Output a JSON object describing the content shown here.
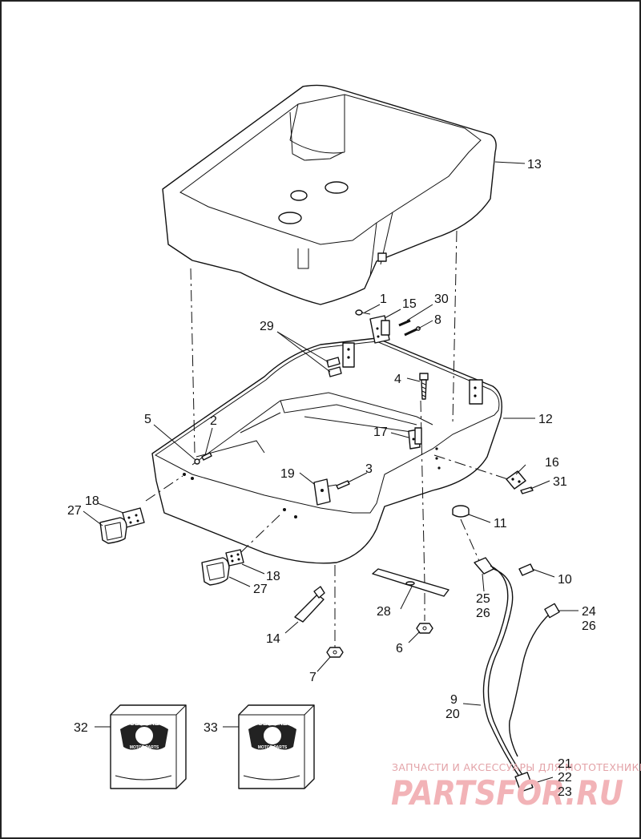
{
  "callouts": [
    {
      "id": "c13",
      "text": "13"
    },
    {
      "id": "c1",
      "text": "1"
    },
    {
      "id": "c15",
      "text": "15"
    },
    {
      "id": "c30",
      "text": "30"
    },
    {
      "id": "c8",
      "text": "8"
    },
    {
      "id": "c29",
      "text": "29"
    },
    {
      "id": "c4",
      "text": "4"
    },
    {
      "id": "c12",
      "text": "12"
    },
    {
      "id": "c5",
      "text": "5"
    },
    {
      "id": "c2",
      "text": "2"
    },
    {
      "id": "c17",
      "text": "17"
    },
    {
      "id": "c19",
      "text": "19"
    },
    {
      "id": "c3",
      "text": "3"
    },
    {
      "id": "c16",
      "text": "16"
    },
    {
      "id": "c31",
      "text": "31"
    },
    {
      "id": "c18a",
      "text": "18"
    },
    {
      "id": "c27a",
      "text": "27"
    },
    {
      "id": "c11",
      "text": "11"
    },
    {
      "id": "c10",
      "text": "10"
    },
    {
      "id": "c18b",
      "text": "18"
    },
    {
      "id": "c27b",
      "text": "27"
    },
    {
      "id": "c25",
      "text": "25"
    },
    {
      "id": "c26a",
      "text": "26"
    },
    {
      "id": "c24",
      "text": "24"
    },
    {
      "id": "c26b",
      "text": "26"
    },
    {
      "id": "c28",
      "text": "28"
    },
    {
      "id": "c14",
      "text": "14"
    },
    {
      "id": "c6",
      "text": "6"
    },
    {
      "id": "c7",
      "text": "7"
    },
    {
      "id": "c9",
      "text": "9"
    },
    {
      "id": "c20",
      "text": "20"
    },
    {
      "id": "c32",
      "text": "32"
    },
    {
      "id": "c33",
      "text": "33"
    },
    {
      "id": "c21",
      "text": "21"
    },
    {
      "id": "c22",
      "text": "22"
    },
    {
      "id": "c23",
      "text": "23"
    }
  ],
  "watermark": {
    "tagline": "ЗАПЧАСТИ И АКСЕССУАРЫ ДЛЯ МОТОТЕХНИКИ",
    "brand": "PARTSFOR.RU"
  },
  "kit_logo": {
    "line1": "GENUINE",
    "line2": "MOTOR PARTS"
  },
  "colors": {
    "line": "#111111",
    "watermark": "#f2b3b7",
    "border": "#222222"
  }
}
